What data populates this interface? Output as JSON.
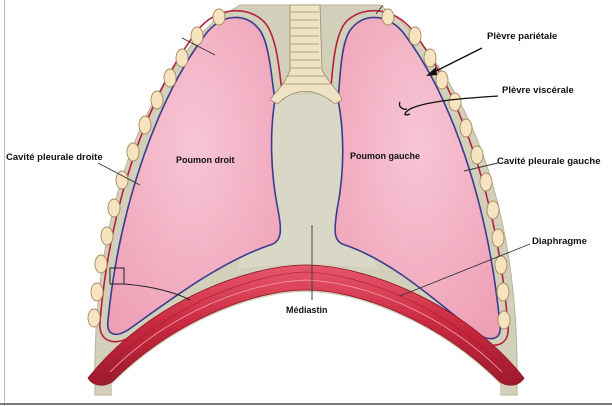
{
  "labels": {
    "plevre_parietale": "Plèvre pariétale",
    "plevre_viscerale": "Plèvre viscérale",
    "cavite_droite": "Cavité pleurale droite",
    "cavite_gauche": "Cavité pleurale gauche",
    "poumon_droit": "Poumon droit",
    "poumon_gauche": "Poumon gauche",
    "diaphragme": "Diaphragme",
    "mediastin": "Médiastin"
  },
  "colors": {
    "lung_fill": "#f2aec3",
    "lung_shade": "#e98aa7",
    "pleural_space": "#d7d7c3",
    "thorax_wall": "#cfccb6",
    "parietal_line": "#b8203a",
    "visceral_line": "#3a3c8f",
    "diaphragm": "#c9283f",
    "diaphragm_light": "#e7566b",
    "rib_fill": "#f6e3c0",
    "rib_stroke": "#a88a5e",
    "trachea": "#efe3c5",
    "text": "#111111"
  }
}
